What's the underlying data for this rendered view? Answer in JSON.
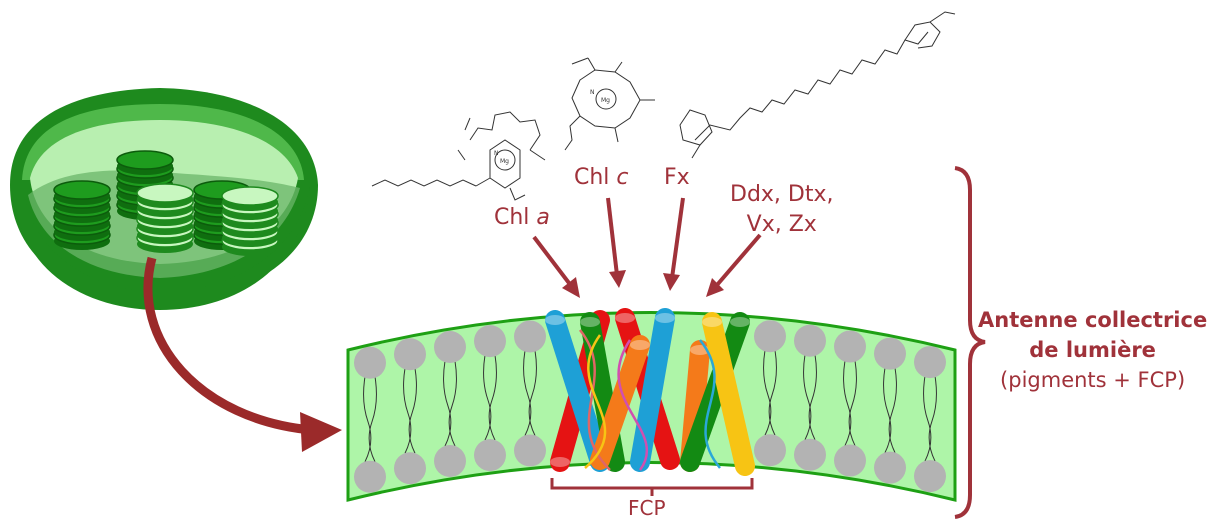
{
  "labels": {
    "chl_a_prefix": "Chl ",
    "chl_a_suffix": "a",
    "chl_c_prefix": "Chl ",
    "chl_c_suffix": "c",
    "fx": "Fx",
    "ddx_line1": "Ddx, Dtx,",
    "ddx_line2": "Vx, Zx",
    "fcp": "FCP",
    "antenna_line1": "Antenne collectrice",
    "antenna_line2": "de lumière",
    "antenna_line3": "(pigments + FCP)"
  },
  "colors": {
    "accent": "#a0323a",
    "chloroplast_outer": "#1e8a1e",
    "chloroplast_inner": "#8fe08f",
    "membrane_fill": "#aef5a8",
    "lipid_head": "#b3b3b3",
    "helix_red": "#e51313",
    "helix_blue": "#1ea0d6",
    "helix_green": "#138a13",
    "helix_orange": "#f47a1a",
    "helix_yellow": "#f7c414"
  }
}
